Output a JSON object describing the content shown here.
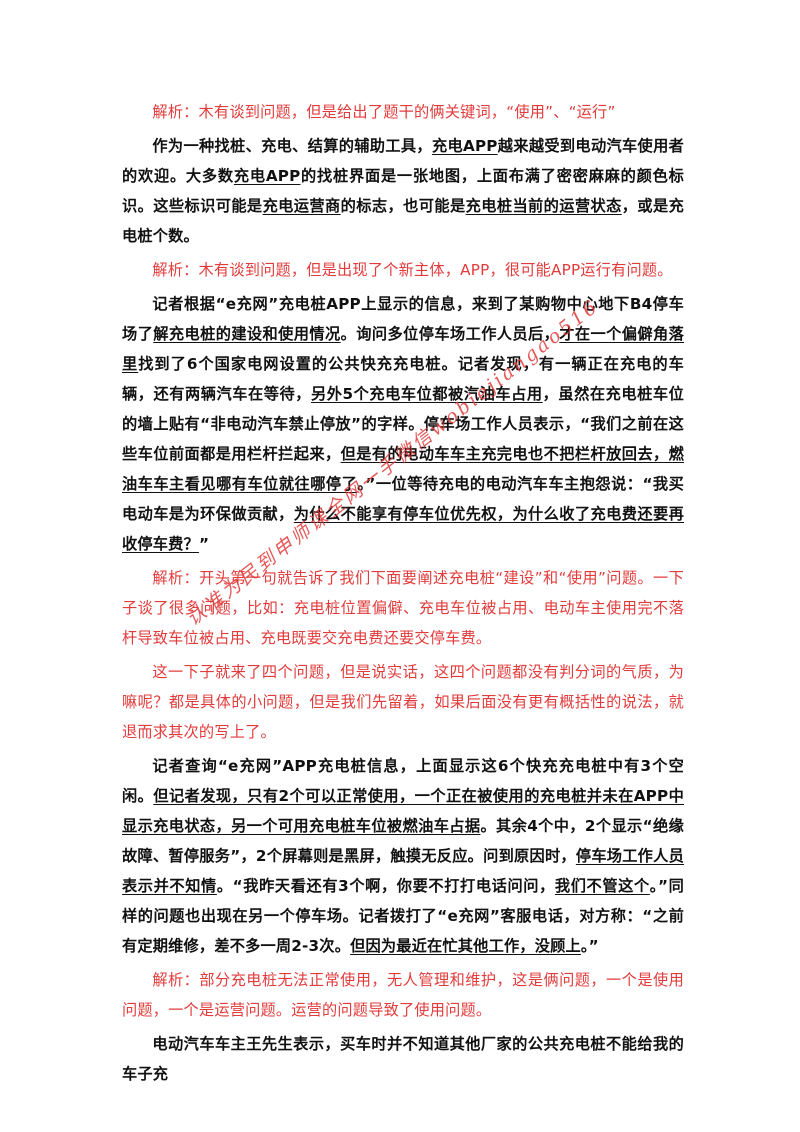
{
  "document": {
    "blocks": [
      {
        "type": "analysis",
        "text": "解析：木有谈到问题，但是给出了题干的俩关键词，“使用”、“运行”"
      },
      {
        "type": "body",
        "segments": [
          {
            "t": "作为一种找桩、充电、结算的辅助工具，",
            "u": false
          },
          {
            "t": "充电APP",
            "u": true
          },
          {
            "t": "越来越受到电动汽车使用者的欢迎。大多数",
            "u": false
          },
          {
            "t": "充电APP",
            "u": true
          },
          {
            "t": "的找桩界面是一张地图，上面布满了密密麻麻的颜色标识。这些标识可能是",
            "u": false
          },
          {
            "t": "充电运营商",
            "u": true
          },
          {
            "t": "的标志，也可能是",
            "u": false
          },
          {
            "t": "充电桩当前的运营状态",
            "u": true
          },
          {
            "t": "，或是充电桩个数。",
            "u": false
          }
        ]
      },
      {
        "type": "analysis",
        "text": "解析：木有谈到问题，但是出现了个新主体，APP，很可能APP运行有问题。"
      },
      {
        "type": "body",
        "segments": [
          {
            "t": "记者根据“e充网”充电桩APP上显示的信息，来到了某购物中心地下B4停车场了",
            "u": false
          },
          {
            "t": "解充电桩的建设和使用情况",
            "u": true
          },
          {
            "t": "。询问多位停车场工作人员后，",
            "u": false
          },
          {
            "t": "才在一个偏僻角落里",
            "u": true
          },
          {
            "t": "找到了6个国家电网设置的公共快充充电桩。记者发现，有一辆正在充电的车辆，还有两辆汽车在等待，",
            "u": false
          },
          {
            "t": "另外5个充电车位都被汽油车占用",
            "u": true
          },
          {
            "t": "，虽然在充电桩车位的墙上贴有“非电动汽车禁止停放”的字样。停车场工作人员表示，“我们之前在这些车位前面都是用栏杆拦起来，",
            "u": false
          },
          {
            "t": "但是有的电动车车主充完电也不把栏杆放回去，燃油车车主看见哪有车位就往哪停了",
            "u": true
          },
          {
            "t": "。”一位等待充电的电动汽车车主抱怨说：“我买电动车是为环保做贡献，",
            "u": false
          },
          {
            "t": "为什么不能享有停车位优先权，为什么收了充电费还要再收停车费？",
            "u": true
          },
          {
            "t": "”",
            "u": false
          }
        ]
      },
      {
        "type": "analysis",
        "text": "解析：开头第一句就告诉了我们下面要阐述充电桩“建设”和“使用”问题。一下子谈了很多问题，比如：充电桩位置偏僻、充电车位被占用、电动车主使用完不落杆导致车位被占用、充电既要交充电费还要交停车费。"
      },
      {
        "type": "analysis",
        "text": "这一下子就来了四个问题，但是说实话，这四个问题都没有判分词的气质，为嘛呢？都是具体的小问题，但是我们先留着，如果后面没有更有概括性的说法，就退而求其次的写上了。"
      },
      {
        "type": "body",
        "segments": [
          {
            "t": "记者查询“e充网”APP充电桩信息，上面显示这6个快充充电桩中有3个空闲。",
            "u": false
          },
          {
            "t": "但记者发现，只有2个可以正常使用，一个正在被使用的充电桩并未在APP中显示充电状态，另一个可用充电桩车位被燃油车占据",
            "u": true
          },
          {
            "t": "。其余4个中，2个显示“绝缘故障、暂停服务”，2个屏幕则是黑屏，触摸无反应。问到原因时，",
            "u": false
          },
          {
            "t": "停车场工作人员表示并不知情",
            "u": true
          },
          {
            "t": "。“我昨天看还有3个啊，你要不打打电话问问，",
            "u": false
          },
          {
            "t": "我们不管这个",
            "u": true
          },
          {
            "t": "。”同样的问题也出现在另一个停车场。记者拨打了“e充网”客服电话，对方称：“之前有定期维修，差不多一周2-3次。",
            "u": false
          },
          {
            "t": "但因为最近在忙其他工作，没顾上",
            "u": true
          },
          {
            "t": "。”",
            "u": false
          }
        ]
      },
      {
        "type": "analysis",
        "text": "解析：部分充电桩无法正常使用，无人管理和维护，这是俩问题，一个是使用问题，一个是运营问题。运营的问题导致了使用问题。"
      },
      {
        "type": "body",
        "segments": [
          {
            "t": "电动汽车车主王先生表示，买车时并不知道其他厂家的公共充电桩不能给我的车子充",
            "u": false
          }
        ]
      }
    ],
    "watermark": "认准为民到申师课全网一手微信wobiejiangao516"
  }
}
